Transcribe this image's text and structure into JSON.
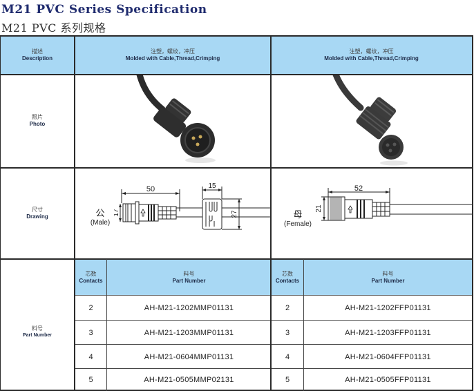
{
  "title": {
    "en": "M21 PVC Series Specification",
    "cn": "M21 PVC 系列规格"
  },
  "colors": {
    "header_blue": "#a8d8f4",
    "title_navy": "#1f2b6e",
    "border": "#2a2a2a"
  },
  "table": {
    "description_row": {
      "label_cn": "描述",
      "label_en": "Description",
      "male": {
        "cn": "注塑，螺纹，冲压",
        "en": "Molded with Cable,Thread,Crimping"
      },
      "female": {
        "cn": "注塑，螺纹，冲压",
        "en": "Molded with Cable,Thread,Crimping"
      }
    },
    "photo_row": {
      "label_cn": "照片",
      "label_en": "Photo",
      "male_image": "male-connector-photo",
      "female_image": "female-connector-photo"
    },
    "drawing_row": {
      "label_cn": "尺寸",
      "label_en": "Drawing",
      "male": {
        "type_cn": "公",
        "type_en": "(Male)",
        "length": "50",
        "diameter": "17",
        "nut_width": "15",
        "nut_diameter": "27"
      },
      "female": {
        "type_cn": "母",
        "type_en": "(Female)",
        "length": "52",
        "diameter": "21"
      }
    },
    "part_number_row": {
      "label_cn": "料号",
      "label_en": "Part Number",
      "headers": {
        "contacts_cn": "芯数",
        "contacts_en": "Contacts",
        "part_cn": "料号",
        "part_en": "Part Number"
      },
      "male_parts": [
        {
          "contacts": "2",
          "part": "AH-M21-1202MMP01131"
        },
        {
          "contacts": "3",
          "part": "AH-M21-1203MMP01131"
        },
        {
          "contacts": "4",
          "part": "AH-M21-0604MMP01131"
        },
        {
          "contacts": "5",
          "part": "AH-M21-0505MMP02131"
        }
      ],
      "female_parts": [
        {
          "contacts": "2",
          "part": "AH-M21-1202FFP01131"
        },
        {
          "contacts": "3",
          "part": "AH-M21-1203FFP01131"
        },
        {
          "contacts": "4",
          "part": "AH-M21-0604FFP01131"
        },
        {
          "contacts": "5",
          "part": "AH-M21-0505FFP01131"
        }
      ]
    }
  }
}
